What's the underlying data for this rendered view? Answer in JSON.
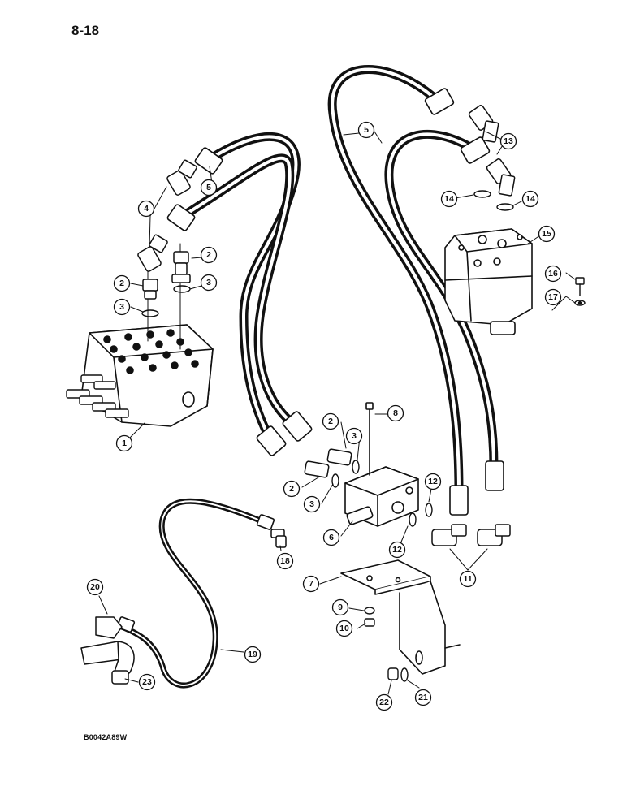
{
  "page_number": "8-18",
  "figure_code": "B0042A89W",
  "colors": {
    "ink": "#111111",
    "paper": "#ffffff"
  },
  "callouts": [
    {
      "n": "1"
    },
    {
      "n": "2"
    },
    {
      "n": "2"
    },
    {
      "n": "2"
    },
    {
      "n": "2"
    },
    {
      "n": "3"
    },
    {
      "n": "3"
    },
    {
      "n": "3"
    },
    {
      "n": "3"
    },
    {
      "n": "4"
    },
    {
      "n": "5"
    },
    {
      "n": "5"
    },
    {
      "n": "6"
    },
    {
      "n": "7"
    },
    {
      "n": "8"
    },
    {
      "n": "9"
    },
    {
      "n": "10"
    },
    {
      "n": "11"
    },
    {
      "n": "12"
    },
    {
      "n": "12"
    },
    {
      "n": "13"
    },
    {
      "n": "14"
    },
    {
      "n": "14"
    },
    {
      "n": "15"
    },
    {
      "n": "16"
    },
    {
      "n": "17"
    },
    {
      "n": "18"
    },
    {
      "n": "19"
    },
    {
      "n": "20"
    },
    {
      "n": "21"
    },
    {
      "n": "22"
    },
    {
      "n": "23"
    }
  ]
}
